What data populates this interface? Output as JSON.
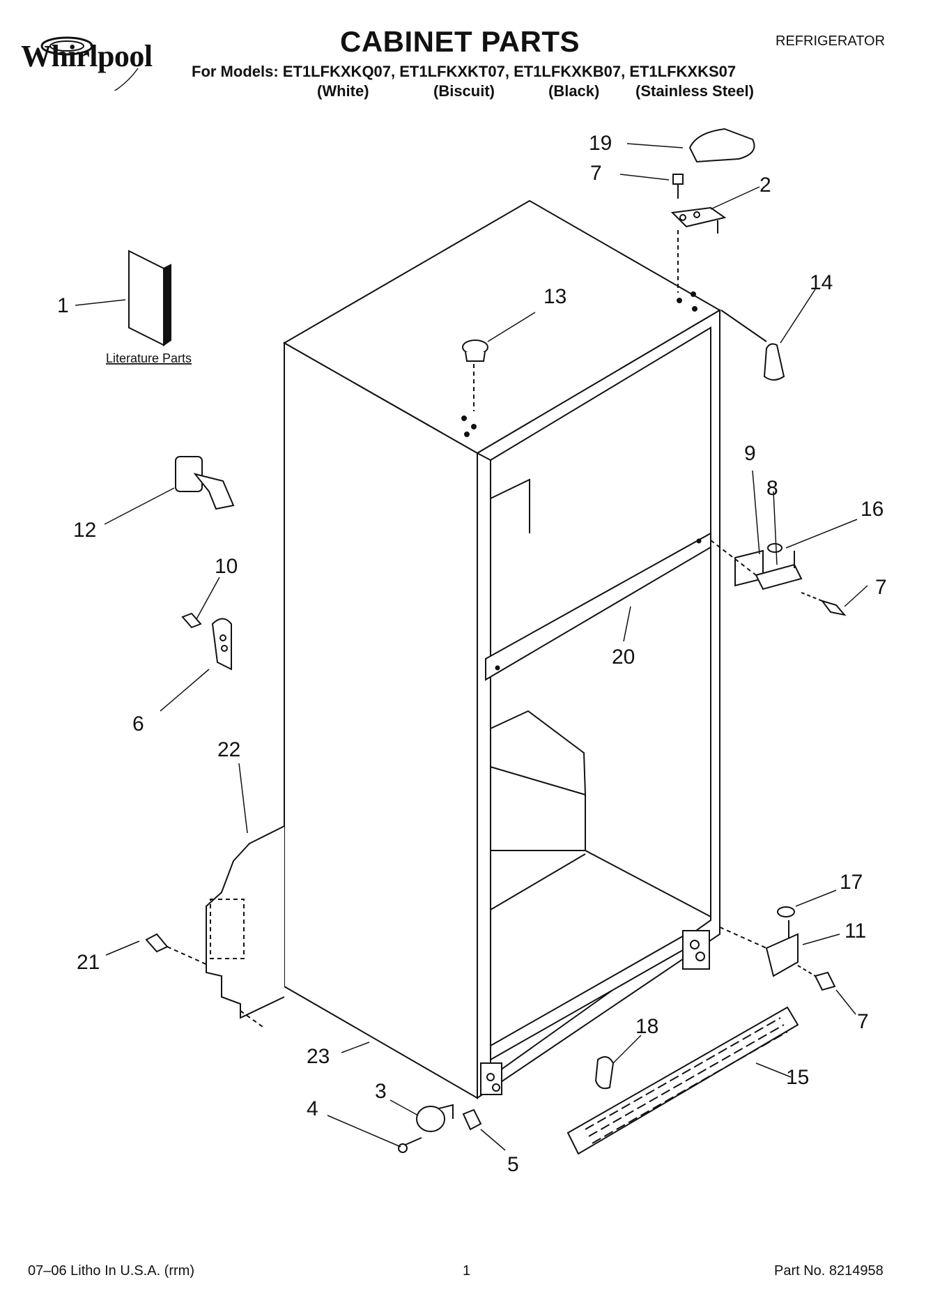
{
  "header": {
    "brand": "Whirlpool",
    "title": "CABINET PARTS",
    "category": "REFRIGERATOR",
    "models_line": "For Models: ET1LFKXKQ07, ET1LFKXKT07, ET1LFKXKB07, ET1LFKXKS07",
    "colors": [
      "(White)",
      "(Biscuit)",
      "(Black)",
      "(Stainless Steel)"
    ]
  },
  "diagram": {
    "literature_label": "Literature Parts",
    "callouts": {
      "c1": "1",
      "c2": "2",
      "c3": "3",
      "c4": "4",
      "c5": "5",
      "c6": "6",
      "c7a": "7",
      "c7b": "7",
      "c7c": "7",
      "c8": "8",
      "c9": "9",
      "c10": "10",
      "c11": "11",
      "c12": "12",
      "c13": "13",
      "c14": "14",
      "c15": "15",
      "c16": "16",
      "c17": "17",
      "c18": "18",
      "c19": "19",
      "c20": "20",
      "c21": "21",
      "c22": "22",
      "c23": "23"
    }
  },
  "footer": {
    "litho": "07–06 Litho In U.S.A. (rrm)",
    "page": "1",
    "part_no": "Part No. 8214958"
  }
}
